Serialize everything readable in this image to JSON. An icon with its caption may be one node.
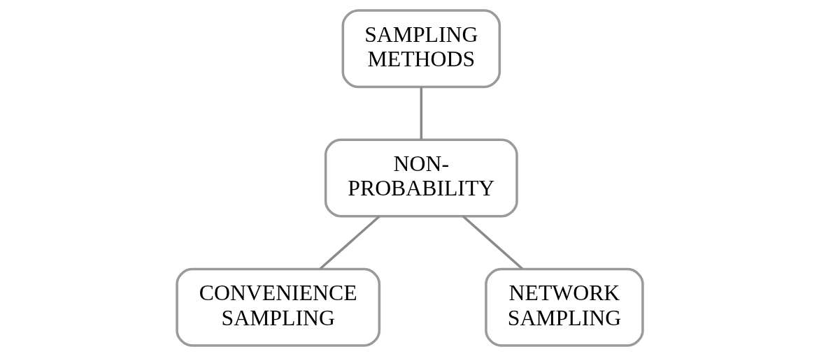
{
  "diagram": {
    "nodes": [
      {
        "text": [
          "SAMPLING METHODS"
        ]
      },
      {
        "text": [
          "NON- PROBABILITY"
        ]
      },
      {
        "text": [
          "CONVENIENCE SAMPLING"
        ]
      },
      {
        "text": [
          "NETWORK SAMPLING"
        ]
      }
    ],
    "edges": [
      {
        "from": 0,
        "to": 1,
        "arrow": "none"
      },
      {
        "from": 1,
        "to": 2,
        "arrow": "none"
      },
      {
        "from": 1,
        "to": 3,
        "arrow": "none"
      }
    ]
  }
}
